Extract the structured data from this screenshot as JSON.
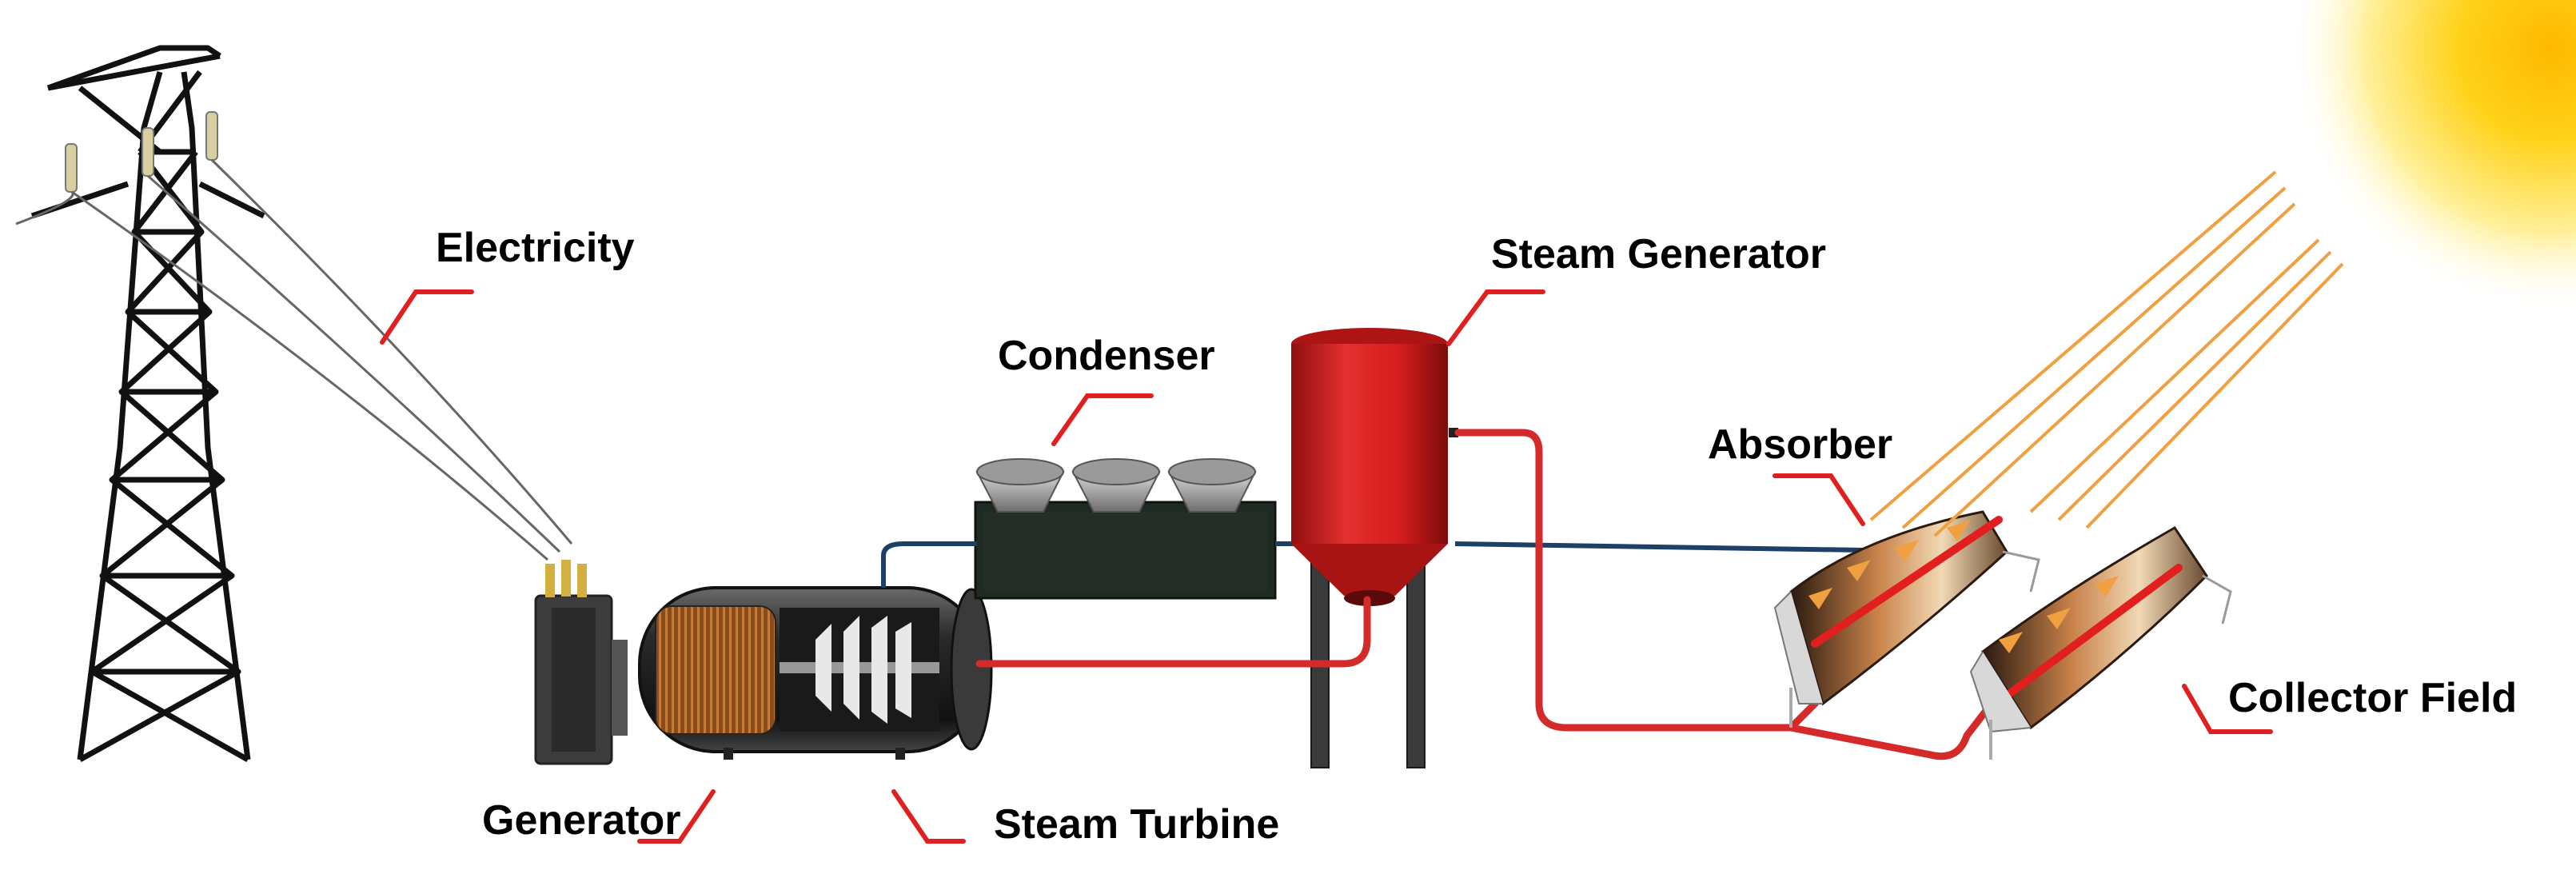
{
  "labels": {
    "electricity": "Electricity",
    "steam_generator": "Steam Generator",
    "condenser": "Condenser",
    "absorber": "Absorber",
    "collector_field": "Collector Field",
    "generator": "Generator",
    "steam_turbine": "Steam Turbine"
  },
  "colors": {
    "leader_line": "#e02020",
    "steam_pipe": "#d42a2a",
    "water_pipe": "#1e3f66",
    "sun_ray": "#f0a040",
    "sun": "#ffd21a",
    "tank": "#d61f1f",
    "steel": "#222222"
  }
}
